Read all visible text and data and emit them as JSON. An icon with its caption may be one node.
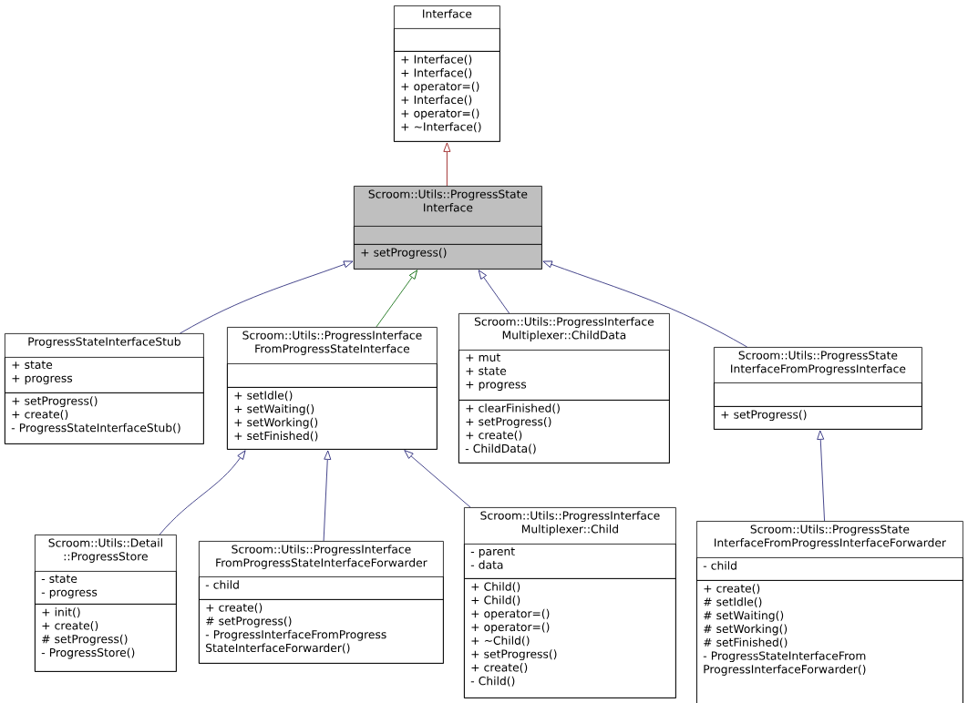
{
  "diagram": {
    "nodes": [
      {
        "text": [
          "Interface"
        ]
      },
      {
        "text": [],
        "shape": "box",
        "in": 0
      },
      {
        "text": [
          "+ Interface()",
          "+ Interface()",
          "+ operator=()",
          "+ Interface()",
          "+ operator=()",
          "+ ~Interface()"
        ],
        "in": 0
      },
      {
        "text": [
          "Scroom::Utils::ProgressState Interface"
        ]
      },
      {
        "text": [],
        "shape": "box",
        "in": 3
      },
      {
        "text": [
          "+ setProgress()"
        ],
        "in": 3
      },
      {
        "text": [
          "ProgressStateInterfaceStub"
        ]
      },
      {
        "text": [
          "+ state",
          "+ progress"
        ],
        "in": 6
      },
      {
        "text": [
          "+ setProgress()",
          "+ create()",
          "- ProgressStateInterfaceStub()"
        ],
        "in": 6
      },
      {
        "text": [
          "Scroom::Utils::ProgressInterface FromProgressStateInterface"
        ]
      },
      {
        "text": [],
        "shape": "box",
        "in": 9
      },
      {
        "text": [
          "+ setIdle()",
          "+ setWaiting()",
          "+ setWorking()",
          "+ setFinished()"
        ],
        "in": 9
      },
      {
        "text": [
          "Scroom::Utils::ProgressInterface Multiplexer::ChildData"
        ]
      },
      {
        "text": [
          "+ mut",
          "+ state",
          "+ progress"
        ],
        "in": 12
      },
      {
        "text": [
          "+ clearFinished()",
          "+ setProgress()",
          "+ create()",
          "- ChildData()"
        ],
        "in": 12
      },
      {
        "text": [
          "Scroom::Utils::ProgressState InterfaceFromProgressInterface"
        ]
      },
      {
        "text": [],
        "shape": "box",
        "in": 15
      },
      {
        "text": [
          "+ setProgress()"
        ],
        "in": 15
      },
      {
        "text": [
          "Scroom::Utils::Detail ::ProgressStore"
        ]
      },
      {
        "text": [
          "- state",
          "- progress"
        ],
        "in": 18
      },
      {
        "text": [
          "+ init()",
          "+ create()",
          "# setProgress()",
          "- ProgressStore()"
        ],
        "in": 18
      },
      {
        "text": [
          "Scroom::Utils::ProgressInterface FromProgressStateInterfaceForwarder"
        ]
      },
      {
        "text": [
          "- child"
        ],
        "in": 21
      },
      {
        "text": [
          "+ create()",
          "# setProgress()",
          "- ProgressInterfaceFromProgress StateInterfaceForwarder()"
        ],
        "in": 21
      },
      {
        "text": [
          "Scroom::Utils::ProgressInterface Multiplexer::Child"
        ]
      },
      {
        "text": [
          "- parent",
          "- data"
        ],
        "in": 24
      },
      {
        "text": [
          "+ Child()",
          "+ Child()",
          "+ operator=()",
          "+ operator=()",
          "+ ~Child()",
          "+ setProgress()",
          "+ create()",
          "- Child()"
        ],
        "in": 24
      },
      {
        "text": [
          "Scroom::Utils::ProgressState InterfaceFromProgressInterfaceForwarder"
        ]
      },
      {
        "text": [
          "- child"
        ],
        "in": 27
      },
      {
        "text": [
          "+ create()",
          "# setIdle()",
          "# setWaiting()",
          "# setWorking()",
          "# setFinished()",
          "- ProgressStateInterfaceFrom ProgressInterfaceForwarder()"
        ],
        "in": 27
      }
    ],
    "edges": [
      {
        "from": 3,
        "to": 0,
        "arrow": "to",
        "color": "#8b0000"
      },
      {
        "from": 6,
        "to": 3,
        "arrow": "to"
      },
      {
        "from": 9,
        "to": 3,
        "arrow": "to",
        "color": "#006400"
      },
      {
        "from": 12,
        "to": 3,
        "arrow": "to"
      },
      {
        "from": 15,
        "to": 3,
        "arrow": "to"
      },
      {
        "from": 18,
        "to": 9,
        "arrow": "to"
      },
      {
        "from": 21,
        "to": 9,
        "arrow": "to"
      },
      {
        "from": 24,
        "to": 9,
        "arrow": "to"
      },
      {
        "from": 27,
        "to": 15,
        "arrow": "to"
      }
    ]
  }
}
